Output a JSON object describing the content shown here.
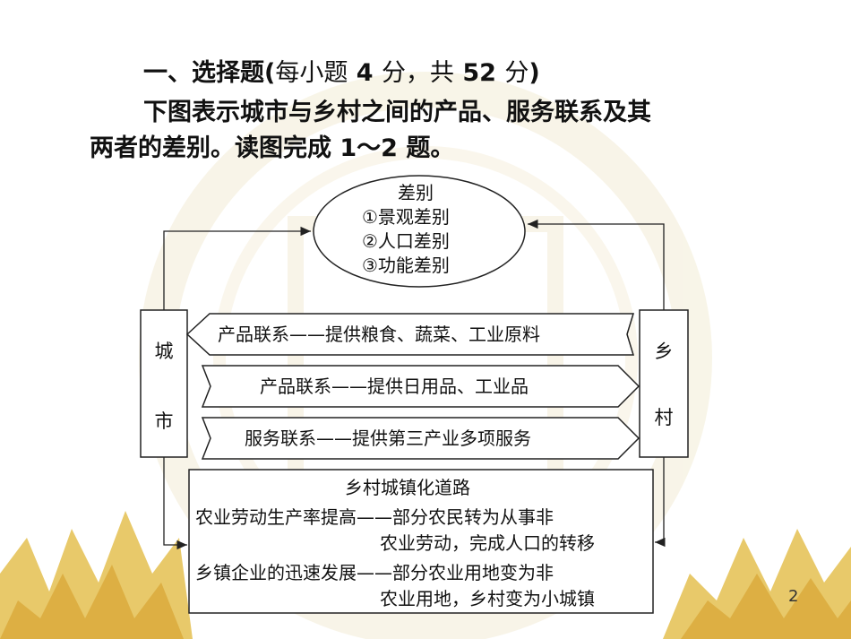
{
  "heading": {
    "section": "一、选择题",
    "paren_open": "(",
    "paren_text": "每小题",
    "n1": " 4 ",
    "fen1": "分，共",
    "n2": " 52 ",
    "fen2": "分",
    "paren_close": ")",
    "intro_line1": "下图表示城市与乡村之间的产品、服务联系及其",
    "intro_line2": "两者的差别。读图完成 1～2 题。"
  },
  "diagram": {
    "difference_title": "差别",
    "differences": [
      "①景观差别",
      "②人口差别",
      "③功能差别"
    ],
    "city_char1": "城",
    "city_char2": "市",
    "village_char1": "乡",
    "village_char2": "村",
    "links": [
      "产品联系——提供粮食、蔬菜、工业原料",
      "产品联系——提供日用品、工业品",
      "服务联系——提供第三产业多项服务"
    ],
    "urbanization_title": "乡村城镇化道路",
    "urbanization_lines": [
      "农业劳动生产率提高——部分农民转为从事非",
      "农业劳动，完成人口的转移",
      "乡镇企业的迅速发展——部分农业用地变为非",
      "农业用地，乡村变为小城镇"
    ]
  },
  "page_number": "2",
  "colors": {
    "watermark": "#f3ecd6",
    "mountain": "#e8c96a",
    "mountain_dark": "#d9a93a",
    "line": "#222222"
  }
}
